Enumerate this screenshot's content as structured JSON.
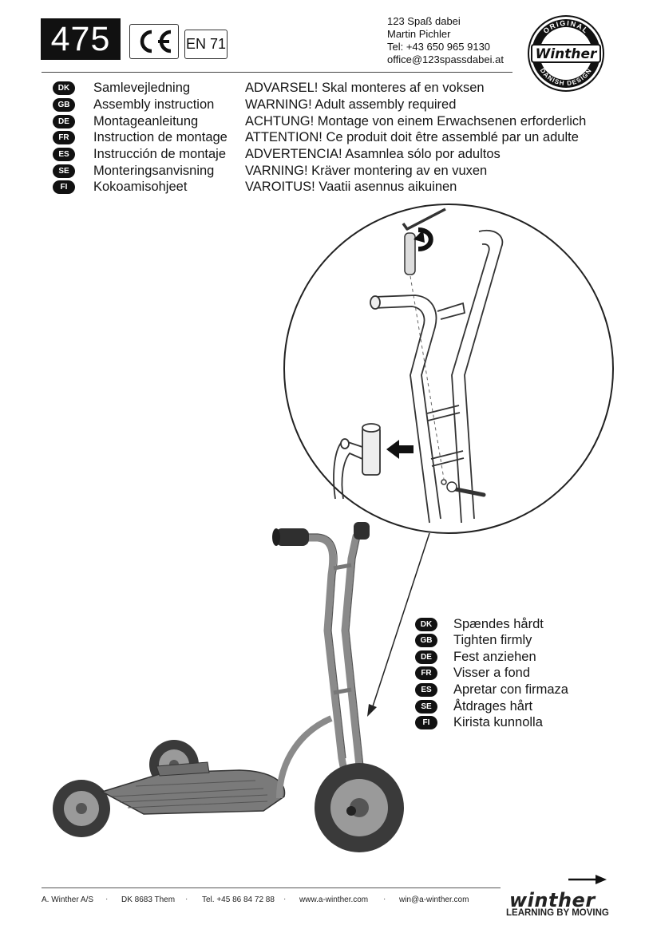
{
  "header": {
    "model_number": "475",
    "ce_mark": "CE",
    "standard": "EN 71",
    "dealer": {
      "name": "123 Spaß dabei",
      "contact": "Martin Pichler",
      "phone": "Tel: +43 650 965 9130",
      "email": "office@123spassdabei.at"
    },
    "seal": {
      "top_text": "ORIGINAL",
      "brand": "Winther",
      "bottom_text": "DANISH DESIGN"
    }
  },
  "languages": [
    {
      "code": "DK",
      "title": "Samlevejledning",
      "warning": "ADVARSEL! Skal monteres af en voksen"
    },
    {
      "code": "GB",
      "title": "Assembly instruction",
      "warning": "WARNING! Adult assembly required"
    },
    {
      "code": "DE",
      "title": "Montageanleitung",
      "warning": "ACHTUNG! Montage von einem Erwachsenen erforderlich"
    },
    {
      "code": "FR",
      "title": "Instruction de montage",
      "warning": "ATTENTION! Ce produit doit être assemblé par un adulte"
    },
    {
      "code": "ES",
      "title": "Instrucción de montaje",
      "warning": "ADVERTENCIA! Asamnlea sólo por adultos"
    },
    {
      "code": "SE",
      "title": "Monteringsanvisning",
      "warning": "VARNING! Kräver montering av en vuxen"
    },
    {
      "code": "FI",
      "title": "Kokoamisohjeet",
      "warning": "VAROITUS! Vaatii asennus aikuinen"
    }
  ],
  "tighten": [
    {
      "code": "DK",
      "text": "Spændes hårdt"
    },
    {
      "code": "GB",
      "text": "Tighten firmly"
    },
    {
      "code": "DE",
      "text": "Fest anziehen"
    },
    {
      "code": "FR",
      "text": "Visser a fond"
    },
    {
      "code": "ES",
      "text": "Apretar con firmaza"
    },
    {
      "code": "SE",
      "text": "Åtdrages hårt"
    },
    {
      "code": "FI",
      "text": "Kirista kunnolla"
    }
  ],
  "footer": {
    "company": "A. Winther A/S",
    "address": "DK 8683 Them",
    "phone": "Tel. +45 86 84 72 88",
    "web": "www.a-winther.com",
    "email": "win@a-winther.com",
    "separator": "·",
    "brand": "winther",
    "tagline": "LEARNING BY MOVING"
  },
  "icons": [
    "ce-mark-icon",
    "winther-seal-icon",
    "next-page-arrow-icon",
    "rotate-arrow-icon",
    "push-arrow-icon",
    "allen-key-icon",
    "wrench-icon"
  ],
  "colors": {
    "ink": "#111111",
    "line": "#444444",
    "metal": "#9a9a9a",
    "tyre": "#3a3a3a"
  }
}
